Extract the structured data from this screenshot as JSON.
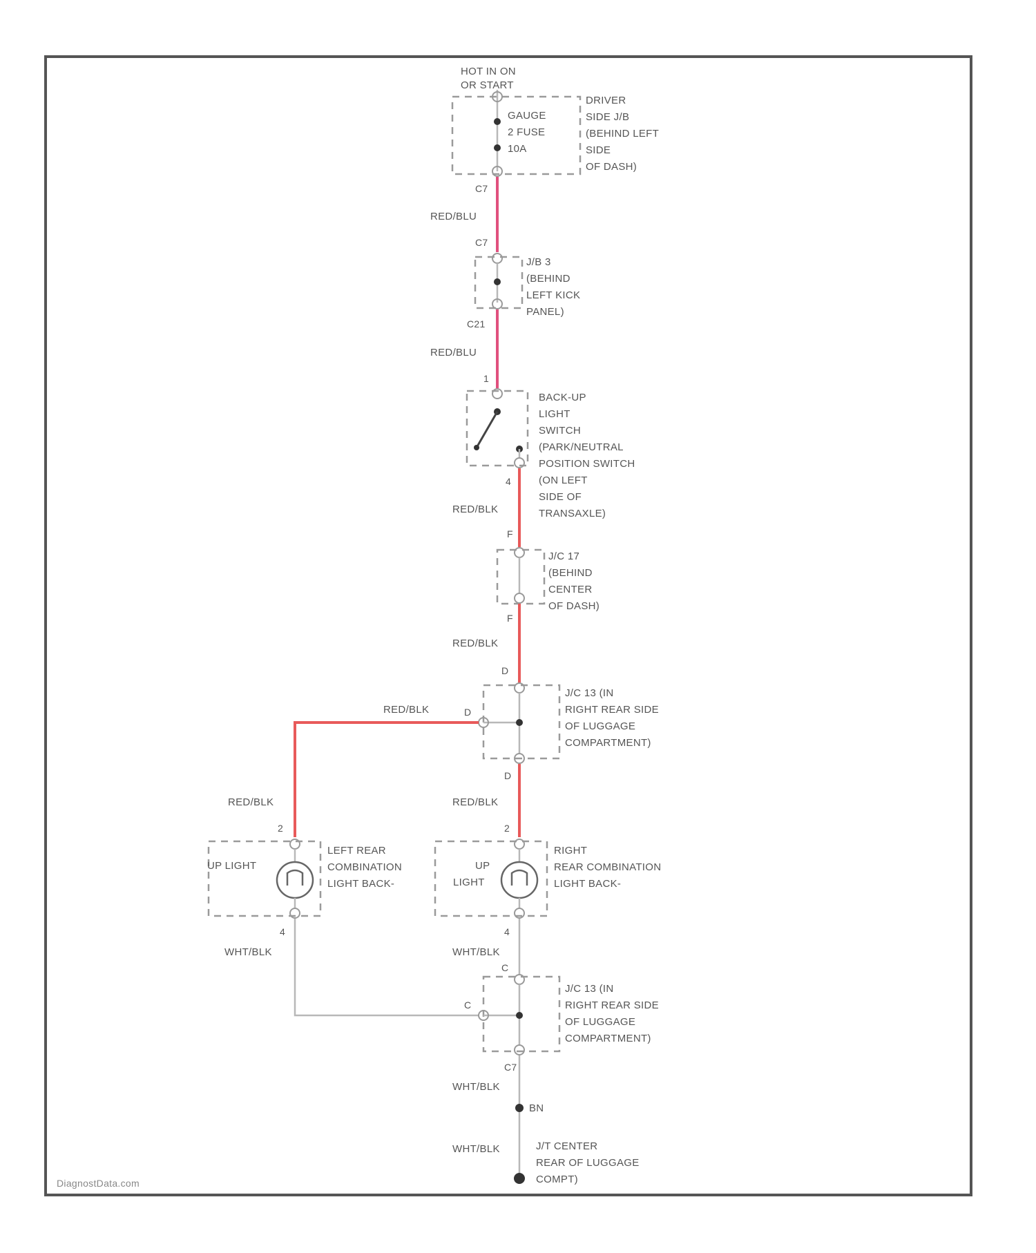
{
  "power_source": [
    "HOT IN ON",
    "OR START"
  ],
  "fuse": {
    "label": [
      "GAUGE",
      "2 FUSE",
      "10A"
    ],
    "location": [
      "DRIVER",
      "SIDE J/B",
      "(BEHIND LEFT",
      "SIDE",
      "OF DASH)"
    ],
    "out_pin": "C7"
  },
  "jb3": {
    "in_pin": "C7",
    "out_pin": "C21",
    "label": [
      "J/B 3",
      "(BEHIND",
      "LEFT KICK",
      "PANEL)"
    ]
  },
  "switch": {
    "in_pin": "1",
    "out_pin": "4",
    "label": [
      "BACK-UP",
      "LIGHT",
      "SWITCH",
      "(PARK/NEUTRAL",
      "POSITION SWITCH",
      "(ON LEFT",
      "SIDE OF",
      "TRANSAXLE)"
    ]
  },
  "jc17": {
    "in_pin": "F",
    "out_pin": "F",
    "label": [
      "J/C 17",
      "(BEHIND",
      "CENTER",
      "OF DASH)"
    ]
  },
  "jc13_upper": {
    "in_pin": "D",
    "branch_pin": "D",
    "out_pin": "D",
    "label": [
      "J/C 13 (IN",
      "RIGHT REAR SIDE",
      "OF LUGGAGE",
      "COMPARTMENT)"
    ]
  },
  "left_lamp": {
    "in_pin": "2",
    "out_pin": "4",
    "inner_label": [
      "UP LIGHT"
    ],
    "label": [
      "LEFT REAR",
      "COMBINATION",
      "LIGHT BACK-"
    ]
  },
  "right_lamp": {
    "in_pin": "2",
    "out_pin": "4",
    "inner_label": [
      "UP",
      "LIGHT"
    ],
    "label": [
      "RIGHT",
      "REAR COMBINATION",
      "LIGHT BACK-"
    ]
  },
  "jc13_lower": {
    "in_pin": "C",
    "branch_pin": "C",
    "out_pin": "C7",
    "label": [
      "J/C 13 (IN",
      "RIGHT REAR SIDE",
      "OF LUGGAGE",
      "COMPARTMENT)"
    ]
  },
  "wires": {
    "w1": "RED/BLU",
    "w2": "RED/BLU",
    "w3": "RED/BLK",
    "w4": "RED/BLK",
    "w5": "RED/BLK",
    "w6": "RED/BLK",
    "w7": "RED/BLK",
    "w8": "WHT/BLK",
    "w9": "WHT/BLK",
    "w10": "WHT/BLK",
    "w11": "WHT/BLK"
  },
  "splice": "BN",
  "ground": [
    "J/T CENTER",
    "REAR OF LUGGAGE",
    "COMPT)"
  ],
  "watermark": "DiagnostData.com",
  "colors": {
    "red_blu": "#e0507e",
    "red_blk": "#e85a5a",
    "wht_blk": "#b8b8b8",
    "frame": "#555555"
  }
}
